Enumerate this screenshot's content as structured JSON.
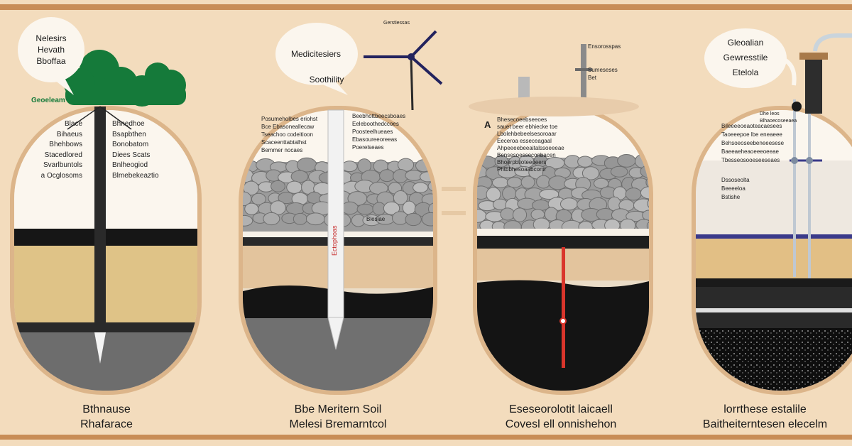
{
  "panels": [
    {
      "bubble": [
        "Nelesirs",
        "Hevath",
        "Bboffaa"
      ],
      "top_label": "Geoeleam",
      "left_labels": [
        "Blace",
        "Bihaeus",
        "Bhehbows",
        "Stacedlored",
        "Svarlbuntols",
        "a Ocglosoms"
      ],
      "right_labels": [
        "Bhnedhoe",
        "Bsapbthen",
        "Bonobatom",
        "Diees Scats",
        "Bnlheogiod",
        "Blmebekeaztio"
      ],
      "caption": [
        "Bthnause",
        "Rhafarace"
      ]
    },
    {
      "bubble": [
        "Medicitesiers",
        "Soothility"
      ],
      "top_label": "Gerstiessas",
      "left_labels": [
        "Posumeholbes eriohst",
        "Bce Ebasoneallecaw",
        "Tseachoo codeitioon",
        "Scaceenttabtalhst",
        "Bemmer nocaes"
      ],
      "right_labels": [
        "Beebhottbeecsboaes",
        "Eeleboothedccoes",
        "Poosteelhueaes",
        "Ebasoureeoreeas",
        "Poerelseaes",
        "Blesiae"
      ],
      "drill_label": "Ectophoas",
      "caption": [
        "Bbe Meritern Soil",
        "Melesi Bremarntcol"
      ]
    },
    {
      "tower_label": [
        "Ensorosspas",
        "Sumeseses",
        "Bet"
      ],
      "arrow_label": "A",
      "left_labels": [
        "Bhesecoeebseeoes",
        "sauet beer ebhiecke toe",
        "Lbolehbebeelsesoroaar",
        "Eeceroa esseceagaal",
        "Ahpeeeebeeaitalssoeeeae",
        "Bensesoesseconbacen",
        "Bhoerpblioteeoeers",
        "Phtbbhesoaabcomr"
      ],
      "caption": [
        "Eseseorolotit laicaell",
        "Covesl ell onnishehon"
      ]
    },
    {
      "bubble": [
        "Gleoalian",
        "Gewresstile",
        "Etelola"
      ],
      "top_labels": [
        "Dhe leos",
        "Blhaoecoseeaea"
      ],
      "left_labels": [
        "Bileeeeoeaoteacaesees",
        "Taoeeepoe lbe eneaeee",
        "Behsoeoseebeneeesese",
        "Baeeaeheaoeeeoeeae",
        "Tbesseosooeseeseaes"
      ],
      "mid_labels": [
        "Dssoseolta",
        "Beeeeloa",
        "Bstishe"
      ],
      "caption": [
        "lorrthese estalile",
        "Baitheiterntesen elecelm"
      ]
    }
  ]
}
